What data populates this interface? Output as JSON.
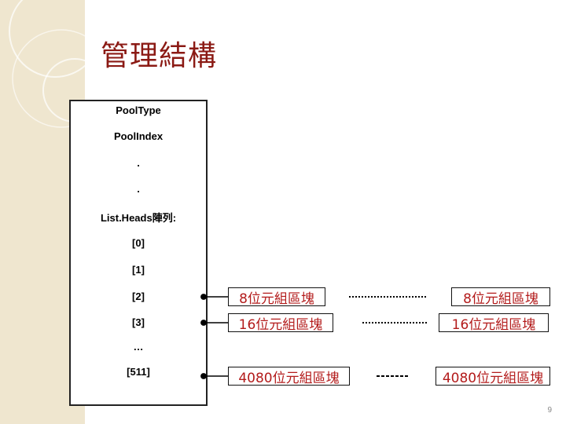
{
  "title": "管理結構",
  "struct_fields": {
    "pool_type": "PoolType",
    "pool_index": "PoolIndex",
    "dot1": ".",
    "dot2": ".",
    "list_heads": "List.Heads陣列:",
    "idx0": "[0]",
    "idx1": "[1]",
    "idx2": "[2]",
    "idx3": "[3]",
    "ellipsis": "…",
    "idx511": "[511]"
  },
  "blocks": {
    "row2_first": "8位元組區塊",
    "row2_second": "8位元組區塊",
    "row3_first": "16位元組區塊",
    "row3_second": "16位元組區塊",
    "row511_first": "4080位元組區塊",
    "row511_second": "4080位元組區塊"
  },
  "colors": {
    "title": "#8b1a14",
    "block_text": "#b31b1b",
    "sidebar": "#efe6cf"
  },
  "page_number": "9"
}
